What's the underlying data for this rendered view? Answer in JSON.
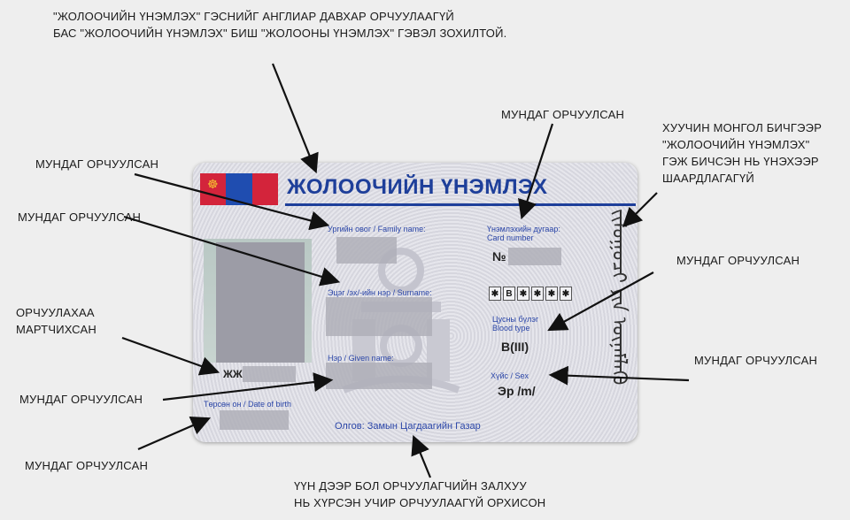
{
  "annotations": {
    "top": "\"ЖОЛООЧИЙН ҮНЭМЛЭХ\" ГЭСНИЙГ АНГЛИАР ДАВХАР ОРЧУУЛААГҮЙ\nБАС \"ЖОЛООЧИЙН ҮНЭМЛЭХ\" БИШ \"ЖОЛООНЫ ҮНЭМЛЭХ\" ГЭВЭЛ ЗОХИЛТОЙ.",
    "correct_1": "МУНДАГ ОРЧУУЛСАН",
    "correct_2": "МУНДАГ ОРЧУУЛСАН",
    "forgot": "ОРЧУУЛАХАА\nМАРТЧИХСАН",
    "correct_3": "МУНДАГ ОРЧУУЛСАН",
    "correct_4": "МУНДАГ ОРЧУУЛСАН",
    "correct_5": "МУНДАГ ОРЧУУЛСАН",
    "old_script": "ХУУЧИН МОНГОЛ БИЧГЭЭР\n\"ЖОЛООЧИЙН ҮНЭМЛЭХ\"\nГЭЖ БИЧСЭН НЬ ҮНЭХЭЭР\nШААРДЛАГАГҮЙ",
    "correct_6": "МУНДАГ ОРЧУУЛСАН",
    "correct_7": "МУНДАГ ОРЧУУЛСАН",
    "bottom": "ҮҮН ДЭЭР БОЛ ОРЧУУЛАГЧИЙН ЗАЛХУУ\nНЬ ХҮРСЭН УЧИР ОРЧУУЛААГҮЙ ОРХИСОН"
  },
  "card": {
    "title": "ЖОЛООЧИЙН ҮНЭМЛЭХ",
    "family_name_label": "Ургийн овог / Family name:",
    "surname_label": "Эцэг /эх/-ийн нэр / Surname:",
    "given_name_label": "Нэр / Given name:",
    "id_prefix": "ЖЖ",
    "dob_label": "Төрсөн он / Date of birth",
    "card_number_label": "Үнэмлэхийн дугаар:\nCard number",
    "card_number_prefix": "№",
    "category_boxes": [
      "✱",
      "B",
      "✱",
      "✱",
      "✱",
      "✱"
    ],
    "blood_type_label": "Цусны бүлэг\nBlood type",
    "blood_type_value": "B(III)",
    "sex_label": "Хүйс / Sex",
    "sex_value": "Эр /m/",
    "issuer": "Олгов: Замын Цагдаагийн Газар",
    "mongol_script": "ᠵᠢᠯᠤᠭᠤᠴᠢ ᠶᠢᠨ ᠦᠨᠡᠮᠯᠡᠬᠦ"
  },
  "colors": {
    "title_blue": "#1e3f9a",
    "flag_red": "#d3243b",
    "flag_blue": "#1f4db0",
    "background": "#eeeeee"
  }
}
